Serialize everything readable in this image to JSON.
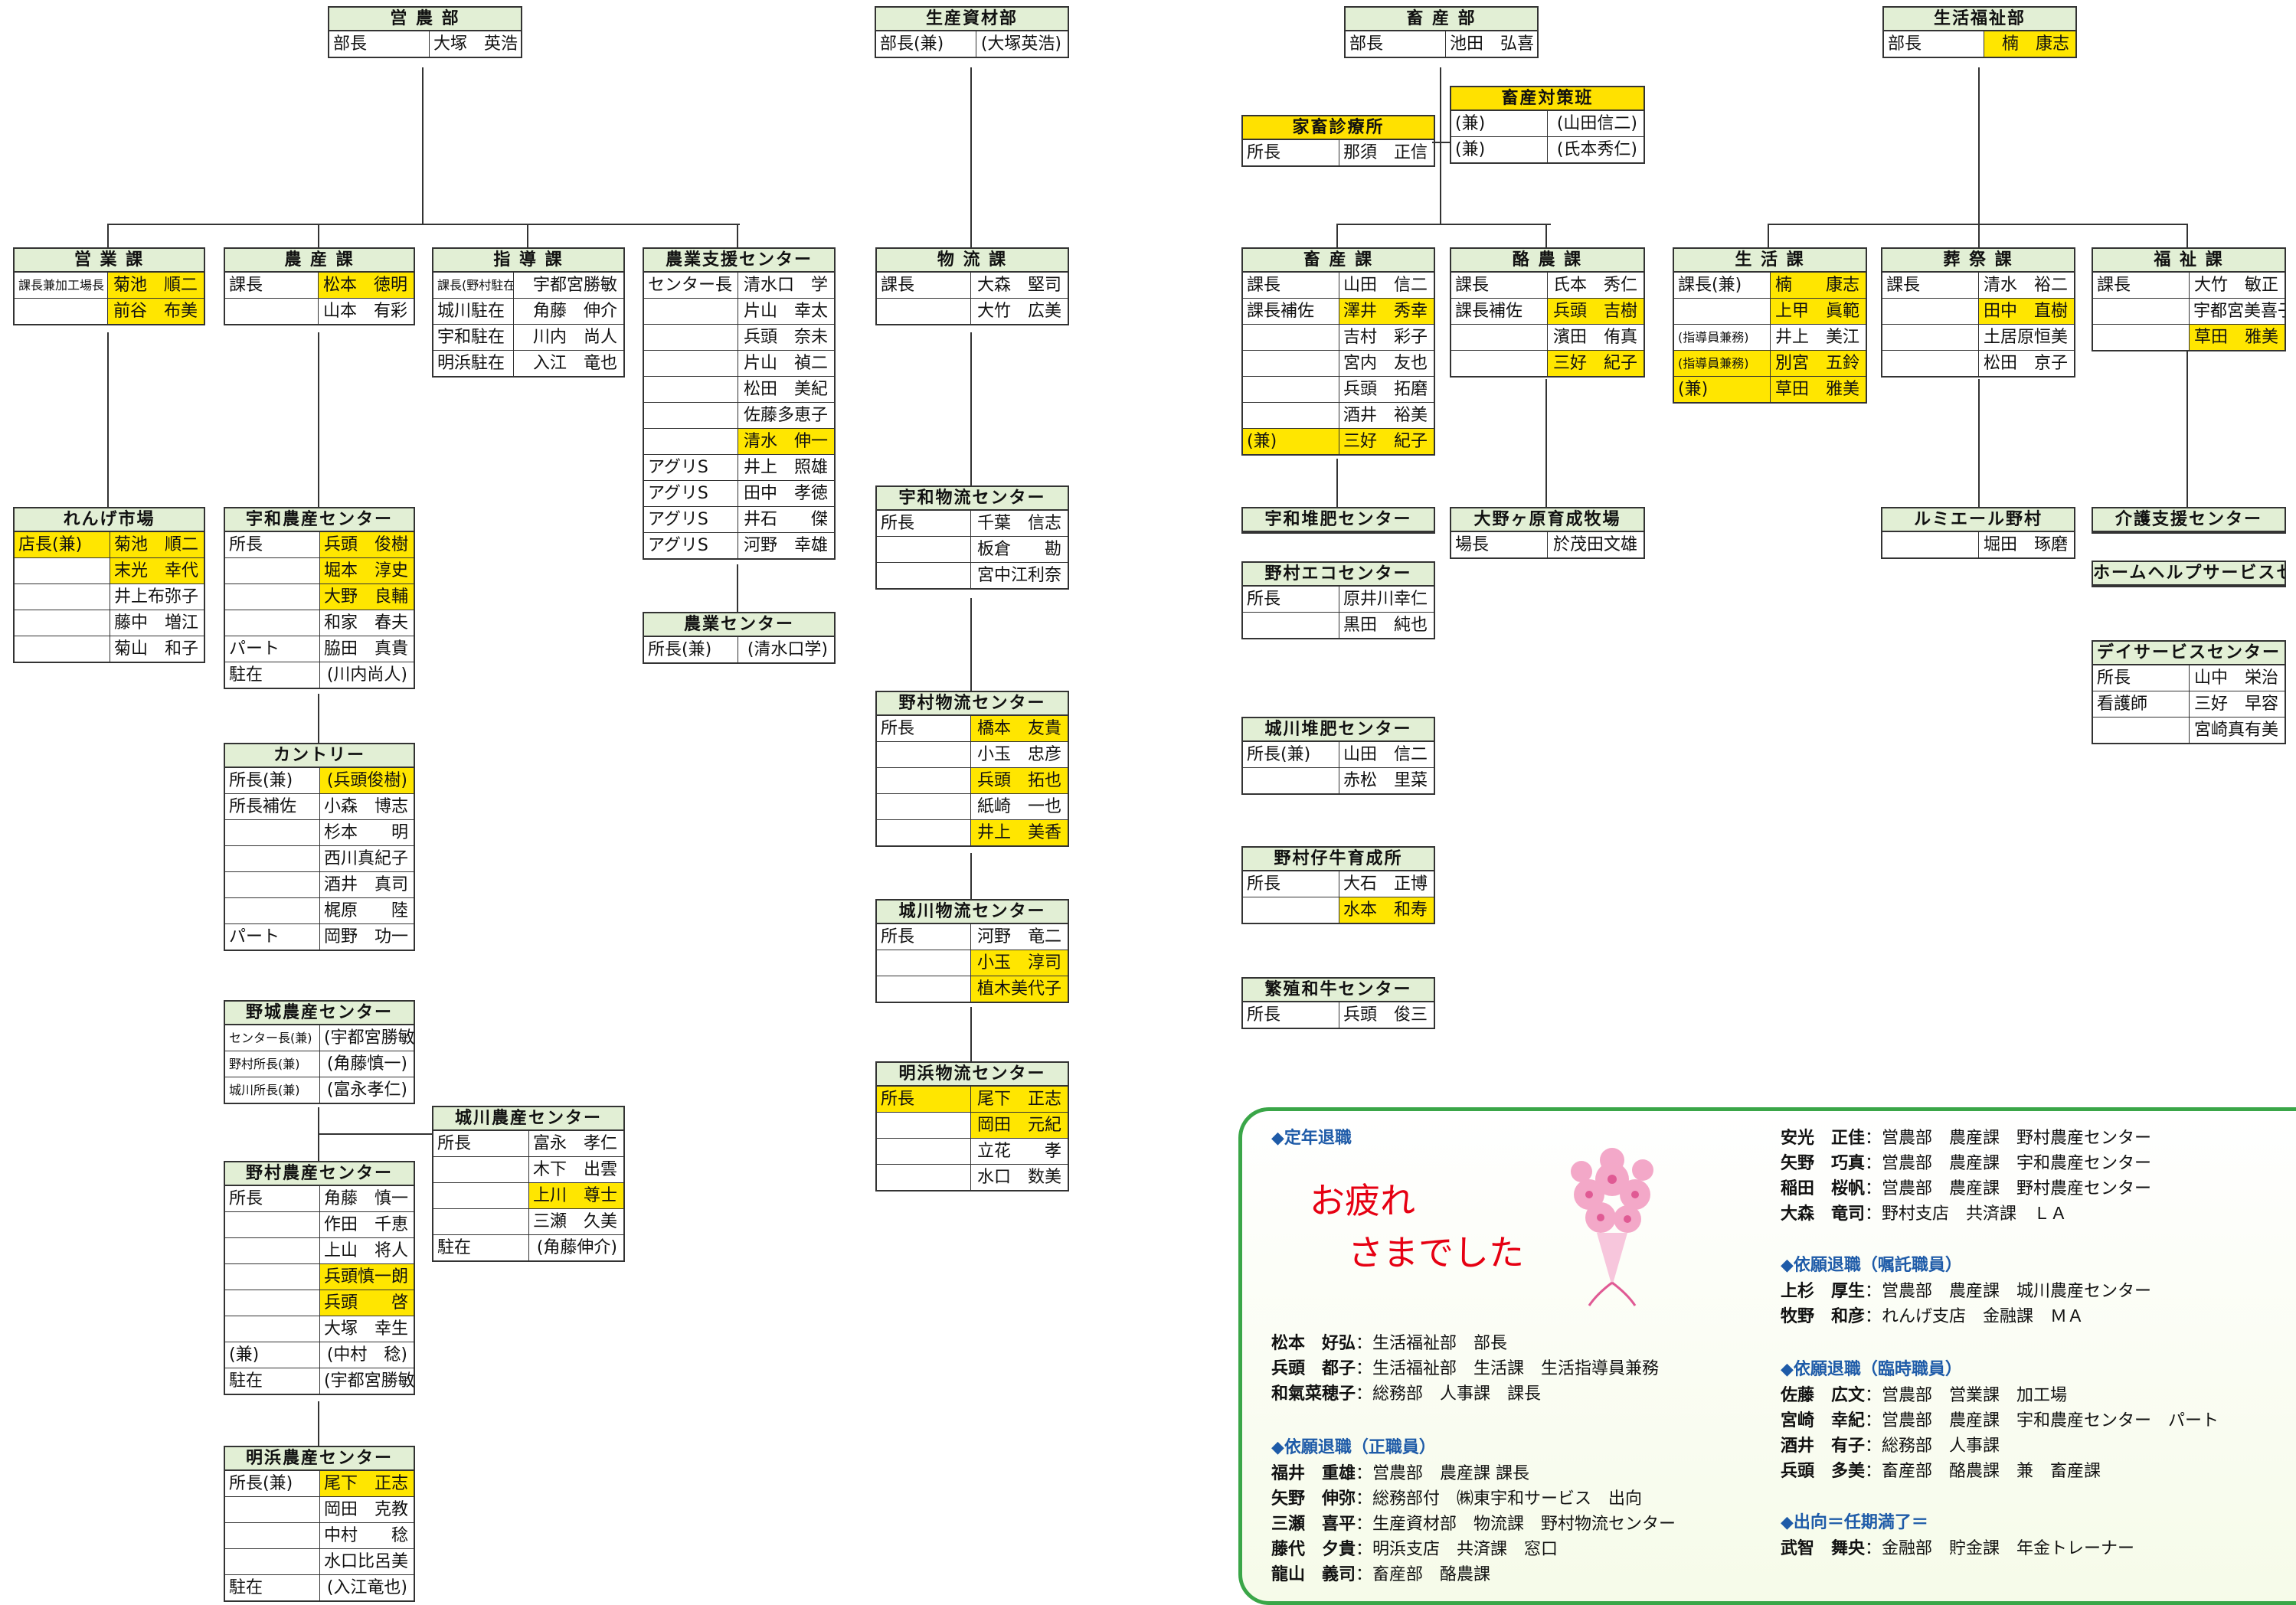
{
  "depts": {
    "einou": {
      "title": "営 農 部",
      "rows": [
        [
          "部長",
          "大塚　英浩"
        ]
      ]
    },
    "seisan": {
      "title": "生産資材部",
      "rows": [
        [
          "部長(兼)",
          "(大塚英浩)"
        ]
      ]
    },
    "chikusan": {
      "title": "畜 産 部",
      "rows": [
        [
          "部長",
          "池田　弘喜"
        ]
      ]
    },
    "seikatsu": {
      "title": "生活福祉部",
      "rows": [
        [
          "部長",
          "楠　康志"
        ]
      ]
    }
  },
  "einou_ka": {
    "title": "営 業 課",
    "rows": [
      [
        "課長兼加工場長",
        "菊池　順二"
      ],
      [
        "",
        "前谷　布美"
      ]
    ]
  },
  "nousan_ka": {
    "title": "農 産 課",
    "rows": [
      [
        "課長",
        "松本　徳明"
      ],
      [
        "",
        "山本　有彩"
      ]
    ]
  },
  "shidou_ka": {
    "title": "指 導 課",
    "rows": [
      [
        "課長(野村駐在)",
        "宇都宮勝敏"
      ],
      [
        "城川駐在",
        "角藤　伸介"
      ],
      [
        "宇和駐在",
        "川内　尚人"
      ],
      [
        "明浜駐在",
        "入江　竜也"
      ]
    ]
  },
  "shien_c": {
    "title": "農業支援センター",
    "rows": [
      [
        "センター長",
        "清水口　学"
      ],
      [
        "",
        "片山　幸太"
      ],
      [
        "",
        "兵頭　奈未"
      ],
      [
        "",
        "片山　禎二"
      ],
      [
        "",
        "松田　美紀"
      ],
      [
        "",
        "佐藤多恵子"
      ],
      [
        "",
        "清水　伸一"
      ],
      [
        "アグリS",
        "井上　照雄"
      ],
      [
        "アグリS",
        "田中　孝徳"
      ],
      [
        "アグリS",
        "井石　　傑"
      ],
      [
        "アグリS",
        "河野　幸雄"
      ]
    ]
  },
  "nougyou_c": {
    "title": "農業センター",
    "rows": [
      [
        "所長(兼)",
        "(清水口学)"
      ]
    ]
  },
  "butsuryu_ka": {
    "title": "物 流 課",
    "rows": [
      [
        "課長",
        "大森　堅司"
      ],
      [
        "",
        "大竹　広美"
      ]
    ]
  },
  "uwa_butsuryu": {
    "title": "宇和物流センター",
    "rows": [
      [
        "所長",
        "千葉　信志"
      ],
      [
        "",
        "板倉　　勘"
      ],
      [
        "",
        "宮中江利奈"
      ]
    ]
  },
  "nomura_butsuryu": {
    "title": "野村物流センター",
    "rows": [
      [
        "所長",
        "橋本　友貴"
      ],
      [
        "",
        "小玉　忠彦"
      ],
      [
        "",
        "兵頭　拓也"
      ],
      [
        "",
        "紙崎　一也"
      ],
      [
        "",
        "井上　美香"
      ]
    ]
  },
  "shirokawa_butsuryu": {
    "title": "城川物流センター",
    "rows": [
      [
        "所長",
        "河野　竜二"
      ],
      [
        "",
        "小玉　淳司"
      ],
      [
        "",
        "植木美代子"
      ]
    ]
  },
  "akehama_butsuryu": {
    "title": "明浜物流センター",
    "rows": [
      [
        "所長",
        "尾下　正志"
      ],
      [
        "",
        "岡田　元紀"
      ],
      [
        "",
        "立花　　孝"
      ],
      [
        "",
        "水口　数美"
      ]
    ]
  },
  "renge": {
    "title": "れんげ市場",
    "rows": [
      [
        "店長(兼)",
        "菊池　順二"
      ],
      [
        "",
        "末光　幸代"
      ],
      [
        "",
        "井上布弥子"
      ],
      [
        "",
        "藤中　増江"
      ],
      [
        "",
        "菊山　和子"
      ]
    ]
  },
  "uwa_nousan": {
    "title": "宇和農産センター",
    "rows": [
      [
        "所長",
        "兵頭　俊樹"
      ],
      [
        "",
        "堀本　淳史"
      ],
      [
        "",
        "大野　良輔"
      ],
      [
        "",
        "和家　春夫"
      ],
      [
        "パート",
        "脇田　真貴"
      ],
      [
        "駐在",
        "(川内尚人)"
      ]
    ]
  },
  "country": {
    "title": "カントリー",
    "rows": [
      [
        "所長(兼)",
        "(兵頭俊樹)"
      ],
      [
        "所長補佐",
        "小森　博志"
      ],
      [
        "",
        "杉本　　明"
      ],
      [
        "",
        "西川真紀子"
      ],
      [
        "",
        "酒井　真司"
      ],
      [
        "",
        "梶原　　陸"
      ],
      [
        "パート",
        "岡野　功一"
      ]
    ]
  },
  "nojo": {
    "title": "野城農産センター",
    "rows": [
      [
        "センター長(兼)",
        "(宇都宮勝敏)"
      ],
      [
        "野村所長(兼)",
        "(角藤慎一)"
      ],
      [
        "城川所長(兼)",
        "(富永孝仁)"
      ]
    ]
  },
  "shirokawa_nousan": {
    "title": "城川農産センター",
    "rows": [
      [
        "所長",
        "富永　孝仁"
      ],
      [
        "",
        "木下　出雲"
      ],
      [
        "",
        "上川　尊士"
      ],
      [
        "",
        "三瀬　久美"
      ],
      [
        "駐在",
        "(角藤伸介)"
      ]
    ]
  },
  "nomura_nousan": {
    "title": "野村農産センター",
    "rows": [
      [
        "所長",
        "角藤　慎一"
      ],
      [
        "",
        "作田　千恵"
      ],
      [
        "",
        "上山　将人"
      ],
      [
        "",
        "兵頭慎一朗"
      ],
      [
        "",
        "兵頭　　啓"
      ],
      [
        "",
        "大塚　幸生"
      ],
      [
        "(兼)",
        "(中村　稔)"
      ],
      [
        "駐在",
        "(宇都宮勝敏)"
      ]
    ]
  },
  "akehama_nousan": {
    "title": "明浜農産センター",
    "rows": [
      [
        "所長(兼)",
        "尾下　正志"
      ],
      [
        "",
        "岡田　克教"
      ],
      [
        "",
        "中村　　稔"
      ],
      [
        "",
        "水口比呂美"
      ],
      [
        "駐在",
        "(入江竜也)"
      ]
    ]
  },
  "kachiku": {
    "title": "家畜診療所",
    "rows": [
      [
        "所長",
        "那須　正信"
      ]
    ]
  },
  "taisaku": {
    "title": "畜産対策班",
    "rows": [
      [
        "(兼)",
        "(山田信二)"
      ],
      [
        "(兼)",
        "(氏本秀仁)"
      ]
    ]
  },
  "chikusan_ka": {
    "title": "畜 産 課",
    "rows": [
      [
        "課長",
        "山田　信二"
      ],
      [
        "課長補佐",
        "澤井　秀幸"
      ],
      [
        "",
        "吉村　彩子"
      ],
      [
        "",
        "宮内　友也"
      ],
      [
        "",
        "兵頭　拓磨"
      ],
      [
        "",
        "酒井　裕美"
      ],
      [
        "(兼)",
        "三好　紀子"
      ]
    ]
  },
  "rakunou_ka": {
    "title": "酪 農 課",
    "rows": [
      [
        "課長",
        "氏本　秀仁"
      ],
      [
        "課長補佐",
        "兵頭　吉樹"
      ],
      [
        "",
        "濱田　侑真"
      ],
      [
        "",
        "三好　紀子"
      ]
    ]
  },
  "seikatsu_ka": {
    "title": "生 活 課",
    "rows": [
      [
        "課長(兼)",
        "楠　　康志"
      ],
      [
        "",
        "上甲　眞範"
      ],
      [
        "(指導員兼務)",
        "井上　美江"
      ],
      [
        "(指導員兼務)",
        "別宮　五鈴"
      ],
      [
        "(兼)",
        "草田　雅美"
      ]
    ]
  },
  "sousai_ka": {
    "title": "葬 祭 課",
    "rows": [
      [
        "課長",
        "清水　裕二"
      ],
      [
        "",
        "田中　直樹"
      ],
      [
        "",
        "土居原恒美"
      ],
      [
        "",
        "松田　京子"
      ]
    ]
  },
  "fukushi_ka": {
    "title": "福 祉 課",
    "rows": [
      [
        "課長",
        "大竹　敏正"
      ],
      [
        "",
        "宇都宮美喜子"
      ],
      [
        "",
        "草田　雅美"
      ]
    ]
  },
  "uwa_taihi": {
    "title": "宇和堆肥センター",
    "rows": []
  },
  "oonogahara": {
    "title": "大野ヶ原育成牧場",
    "rows": [
      [
        "場長",
        "於茂田文雄"
      ]
    ]
  },
  "rumiere": {
    "title": "ルミエール野村",
    "rows": [
      [
        "",
        "堀田　琢磨"
      ]
    ]
  },
  "kaigo": {
    "title": "介護支援センター",
    "rows": []
  },
  "homehelp": {
    "title": "ホームヘルプサービスセンター",
    "rows": []
  },
  "dayservice": {
    "title": "デイサービスセンター",
    "rows": [
      [
        "所長",
        "山中　栄治"
      ],
      [
        "看護師",
        "三好　早容"
      ],
      [
        "",
        "宮崎真有美"
      ]
    ]
  },
  "nomura_eco": {
    "title": "野村エコセンター",
    "rows": [
      [
        "所長",
        "原井川幸仁"
      ],
      [
        "",
        "黒田　純也"
      ]
    ]
  },
  "shirokawa_taihi": {
    "title": "城川堆肥センター",
    "rows": [
      [
        "所長(兼)",
        "山田　信二"
      ],
      [
        "",
        "赤松　里菜"
      ]
    ]
  },
  "nomura_koushi": {
    "title": "野村仔牛育成所",
    "rows": [
      [
        "所長",
        "大石　正博"
      ],
      [
        "",
        "水本　和寿"
      ]
    ]
  },
  "hanshoku": {
    "title": "繁殖和牛センター",
    "rows": [
      [
        "所長",
        "兵頭　俊三"
      ]
    ]
  },
  "notice": {
    "h_teinen": "◆定年退職",
    "otsukare1": "お疲れ",
    "otsukare2": "さまでした",
    "teinen": [
      {
        "name": "松本　好弘",
        "desc": "：生活福祉部　部長"
      },
      {
        "name": "兵頭　都子",
        "desc": "：生活福祉部　生活課　生活指導員兼務"
      },
      {
        "name": "和氣菜穂子",
        "desc": "：総務部　人事課　課長"
      }
    ],
    "h_irai_sei": "◆依願退職（正職員）",
    "irai_sei": [
      {
        "name": "福井　重雄",
        "desc": "：営農部　農産課 課長"
      },
      {
        "name": "矢野　伸弥",
        "desc": "：総務部付　㈱東宇和サービス　出向"
      },
      {
        "name": "三瀬　喜平",
        "desc": "：生産資材部　物流課　野村物流センター"
      },
      {
        "name": "藤代　夕貴",
        "desc": "：明浜支店　共済課　窓口"
      },
      {
        "name": "龍山　義司",
        "desc": "：畜産部　酪農課"
      }
    ],
    "teinen2": [
      {
        "name": "安光　正佳",
        "desc": "：営農部　農産課　野村農産センター"
      },
      {
        "name": "矢野　巧真",
        "desc": "：営農部　農産課　宇和農産センター"
      },
      {
        "name": "稲田　桜帆",
        "desc": "：営農部　農産課　野村農産センター"
      },
      {
        "name": "大森　竜司",
        "desc": "：野村支店　共済課　ＬＡ"
      }
    ],
    "h_irai_shoku": "◆依願退職（嘱託職員）",
    "irai_shoku": [
      {
        "name": "上杉　厚生",
        "desc": "：営農部　農産課　城川農産センター"
      },
      {
        "name": "牧野　和彦",
        "desc": "：れんげ支店　金融課　ＭＡ"
      }
    ],
    "h_irai_rin": "◆依願退職（臨時職員）",
    "irai_rin": [
      {
        "name": "佐藤　広文",
        "desc": "：営農部　営業課　加工場"
      },
      {
        "name": "宮崎　幸紀",
        "desc": "：営農部　農産課　宇和農産センター　パート"
      },
      {
        "name": "酒井　有子",
        "desc": "：総務部　人事課"
      },
      {
        "name": "兵頭　多美",
        "desc": "：畜産部　酪農課　兼　畜産課"
      }
    ],
    "h_shukkou": "◆出向＝任期満了＝",
    "shukkou": [
      {
        "name": "武智　舞央",
        "desc": "：金融部　貯金課　年金トレーナー"
      }
    ]
  }
}
